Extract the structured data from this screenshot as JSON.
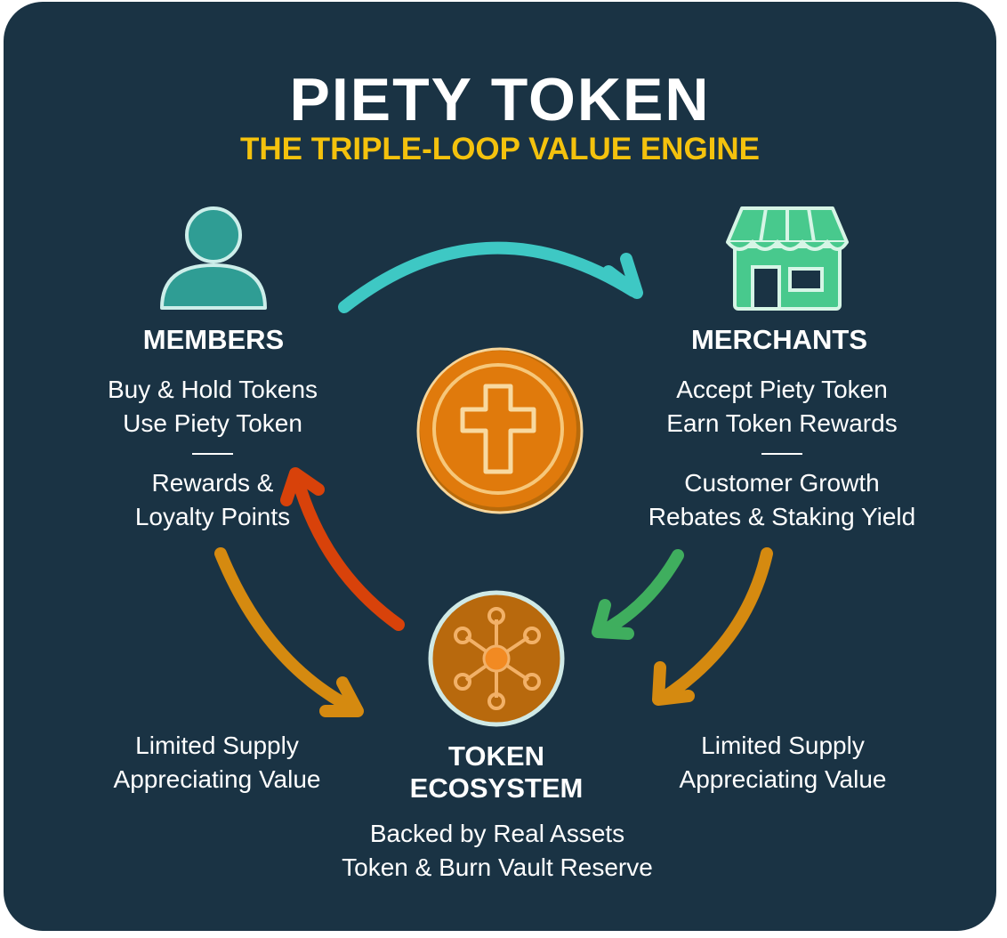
{
  "title": "PIETY TOKEN",
  "subtitle": "THE TRIPLE-LOOP VALUE ENGINE",
  "colors": {
    "background": "#1a3344",
    "accent_yellow": "#f4c20d",
    "arrow_teal": "#3ec8c4",
    "arrow_green": "#3fae5e",
    "arrow_orange": "#d58a10",
    "arrow_red": "#d8420a",
    "member_icon": "#2f9d94",
    "merchant_icon": "#48c98d",
    "coin_orange": "#e07a0c",
    "ecosystem_coin": "#b8690d"
  },
  "members": {
    "heading": "MEMBERS",
    "lines": [
      "Buy & Hold Tokens",
      "Use Piety Token"
    ],
    "lines2": [
      "Rewards &",
      "Loyalty Points"
    ]
  },
  "merchants": {
    "heading": "MERCHANTS",
    "lines": [
      "Accept Piety Token",
      "Earn Token Rewards"
    ],
    "lines2": [
      "Customer Growth",
      "Rebates & Staking Yield"
    ]
  },
  "ecosystem": {
    "heading_lines": [
      "TOKEN",
      "ECOSYSTEM"
    ],
    "lines": [
      "Backed by Real Assets",
      "Token & Burn Vault Reserve"
    ]
  },
  "left_note": [
    "Limited Supply",
    "Appreciating Value"
  ],
  "right_note": [
    "Limited Supply",
    "Appreciating Value"
  ]
}
